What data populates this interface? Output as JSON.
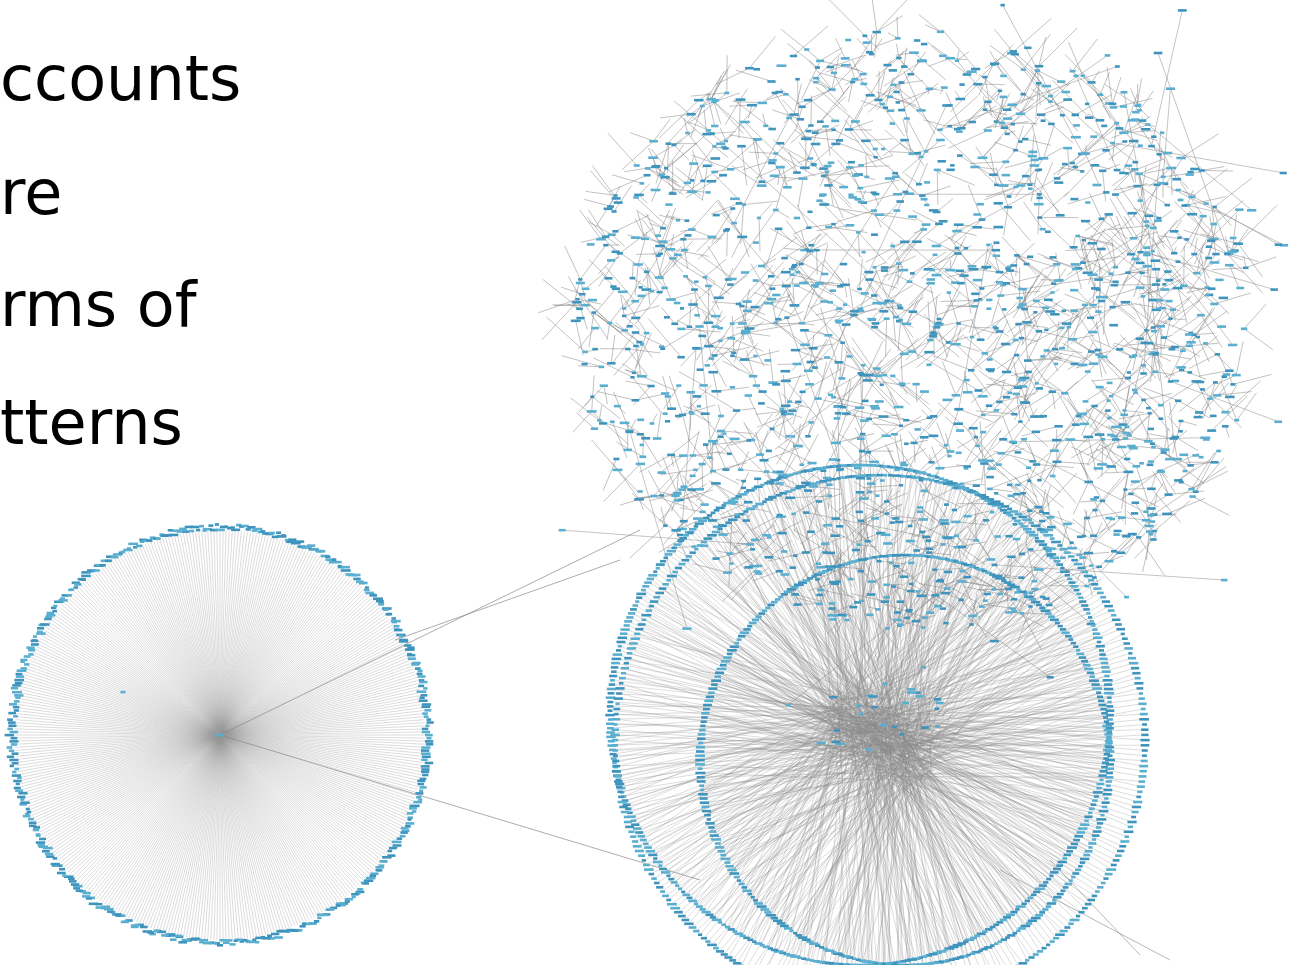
{
  "diagram": {
    "labels": [
      "ccounts",
      "re",
      "rms of",
      "tterns"
    ]
  }
}
